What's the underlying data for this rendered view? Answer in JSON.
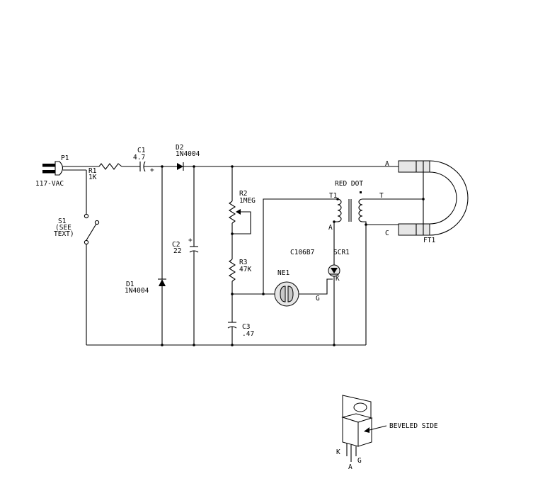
{
  "title": "Flash tube trigger circuit schematic",
  "labels": {
    "p1": "P1",
    "vac": "117-VAC",
    "r1_ref": "R1",
    "r1_val": "1K",
    "c1_ref": "C1",
    "c1_val": "4.7",
    "c1_plus": "+",
    "d2_ref": "D2",
    "d2_val": "1N4004",
    "s1_ref": "S1",
    "s1_note1": "(SEE",
    "s1_note2": "TEXT)",
    "r2_ref": "R2",
    "r2_val": "1MEG",
    "c2_ref": "C2",
    "c2_val": "22",
    "c2_plus": "+",
    "d1_ref": "D1",
    "d1_val": "1N4004",
    "r3_ref": "R3",
    "r3_val": "47K",
    "ne1": "NE1",
    "c3_ref": "C3",
    "c3_val": ".47",
    "red_dot": "RED DOT",
    "t1": "T1",
    "t_term": "T",
    "a_term_tube": "A",
    "c_term_tube": "C",
    "a_term_t1": "A",
    "ft1": "FT1",
    "c106b7": "C106B7",
    "scr1": "SCR1",
    "scr_k": "K",
    "gate_g": "G",
    "beveled_side": "BEVELED SIDE",
    "pkg_k": "K",
    "pkg_a": "A",
    "pkg_g": "G"
  }
}
